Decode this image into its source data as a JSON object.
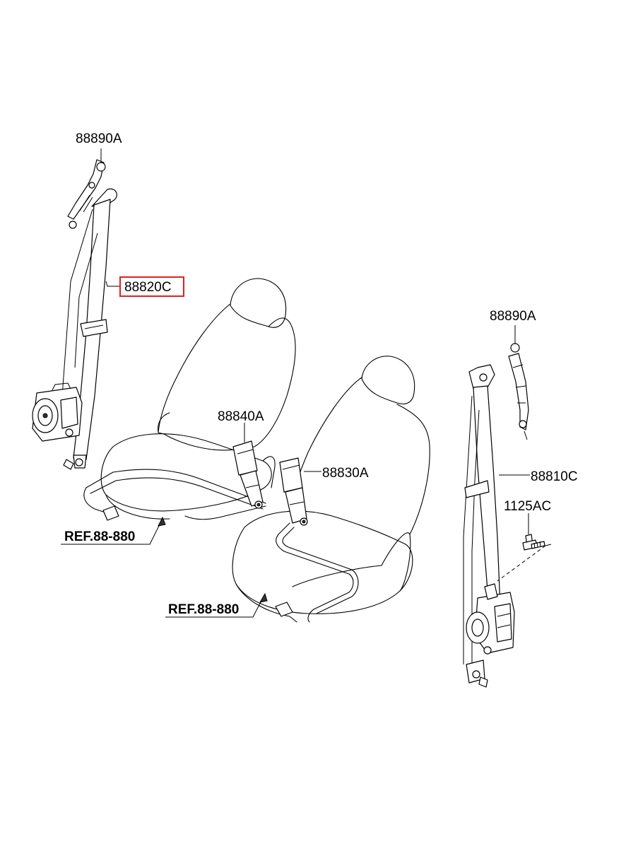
{
  "labels": {
    "anchor_upper_left": "88890A",
    "belt_front_left": "88820C",
    "buckle_left": "88840A",
    "buckle_right": "88830A",
    "anchor_upper_right": "88890A",
    "belt_front_right": "88810C",
    "bolt": "1125AC",
    "ref_left": "REF.88-880",
    "ref_right": "REF.88-880"
  },
  "highlight_color": "#e02020"
}
